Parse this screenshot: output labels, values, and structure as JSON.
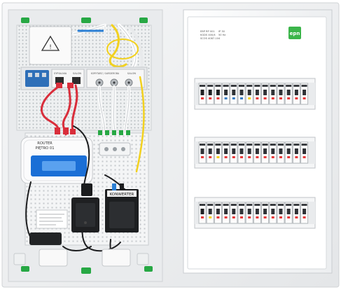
{
  "labels": {
    "fiber_box_title": "",
    "patch_left": "SYPIALNIA",
    "patch_right": "SALON",
    "patch_right_2": "KORYTARZ / GARDEROBA",
    "patch_right_3": "SALON",
    "router_label_1": "ROUTER",
    "router_label_2": "PIĘTRO 01",
    "converter_label": "KONWERTER",
    "brand_badge": "epn",
    "panel_header_1": "EBP RP 001",
    "panel_header_2": "KGDS 400/4",
    "panel_header_3": "SCOS 4087-104",
    "panel_header_4": "IP 30",
    "panel_header_5": "50 Hz"
  },
  "colors": {
    "enclosure": "#f2f3f4",
    "green_clip": "#27a844",
    "brand_badge": "#3bb54a",
    "breaker_red": "#e63a3a",
    "breaker_yellow": "#f5d21c",
    "breaker_blue": "#3b7fc4",
    "ethernet_red": "#d92e3b",
    "fiber_yellow": "#f2d11f",
    "router_blue": "#1b6fd6"
  }
}
